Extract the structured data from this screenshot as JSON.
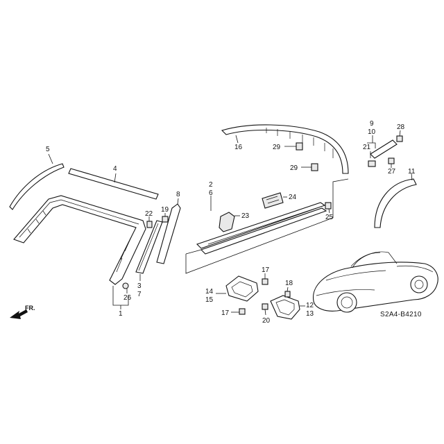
{
  "diagram": {
    "code": "S2A4-B4210",
    "direction_label": "FR.",
    "callouts": {
      "c1": "1",
      "c2": "2",
      "c3": "3",
      "c4": "4",
      "c5": "5",
      "c6": "6",
      "c7": "7",
      "c8": "8",
      "c9": "9",
      "c10": "10",
      "c11": "11",
      "c12": "12",
      "c13": "13",
      "c14": "14",
      "c15": "15",
      "c16": "16",
      "c17a": "17",
      "c17b": "17",
      "c18": "18",
      "c19": "19",
      "c20": "20",
      "c21": "21",
      "c22": "22",
      "c23": "23",
      "c24": "24",
      "c25": "25",
      "c26": "26",
      "c27": "27",
      "c28": "28",
      "c29a": "29",
      "c29b": "29"
    }
  }
}
